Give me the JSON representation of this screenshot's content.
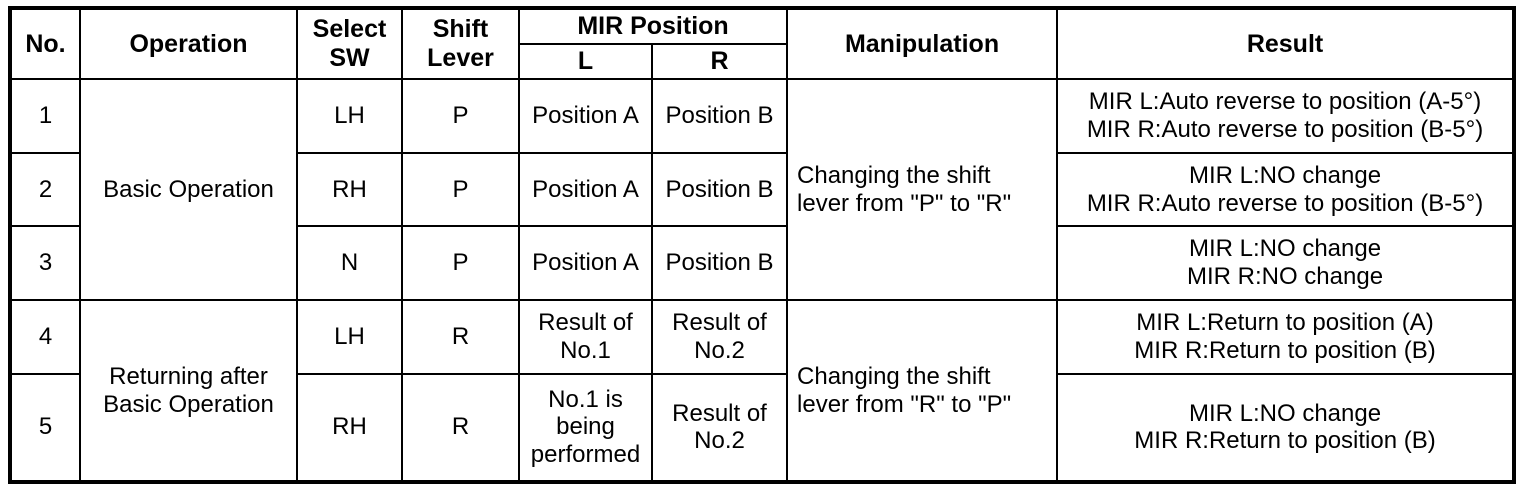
{
  "table": {
    "headers": {
      "no": "No.",
      "operation": "Operation",
      "select_sw_line1": "Select",
      "select_sw_line2": "SW",
      "shift_lever_line1": "Shift",
      "shift_lever_line2": "Lever",
      "mir_position": "MIR Position",
      "mir_l": "L",
      "mir_r": "R",
      "manipulation": "Manipulation",
      "result": "Result"
    },
    "operations": {
      "basic": "Basic Operation",
      "returning_line1": "Returning after",
      "returning_line2": "Basic Operation"
    },
    "manipulations": {
      "p_to_r_line1": "Changing the shift",
      "p_to_r_line2": "lever from \"P\" to \"R\"",
      "r_to_p_line1": "Changing the shift",
      "r_to_p_line2": "lever from \"R\" to \"P\""
    },
    "rows": [
      {
        "no": "1",
        "select_sw": "LH",
        "shift_lever": "P",
        "mir_l": "Position A",
        "mir_r": "Position B",
        "result_line1": "MIR L:Auto reverse to position (A-5°)",
        "result_line2": "MIR R:Auto reverse to position (B-5°)"
      },
      {
        "no": "2",
        "select_sw": "RH",
        "shift_lever": "P",
        "mir_l": "Position A",
        "mir_r": "Position B",
        "result_line1": "MIR L:NO change",
        "result_line2": "MIR R:Auto reverse to position (B-5°)"
      },
      {
        "no": "3",
        "select_sw": "N",
        "shift_lever": "P",
        "mir_l": "Position A",
        "mir_r": "Position B",
        "result_line1": "MIR L:NO change",
        "result_line2": "MIR R:NO change"
      },
      {
        "no": "4",
        "select_sw": "LH",
        "shift_lever": "R",
        "mir_l_line1": "Result of",
        "mir_l_line2": "No.1",
        "mir_r_line1": "Result of",
        "mir_r_line2": "No.2",
        "result_line1": "MIR L:Return to position (A)",
        "result_line2": "MIR R:Return to position (B)"
      },
      {
        "no": "5",
        "select_sw": "RH",
        "shift_lever": "R",
        "mir_l_line1": "No.1 is",
        "mir_l_line2": "being",
        "mir_l_line3": "performed",
        "mir_r_line1": "Result of",
        "mir_r_line2": "No.2",
        "result_line1": "MIR L:NO change",
        "result_line2": "MIR R:Return to position (B)"
      }
    ]
  },
  "colors": {
    "border": "#000000",
    "background": "#ffffff",
    "text": "#000000"
  }
}
